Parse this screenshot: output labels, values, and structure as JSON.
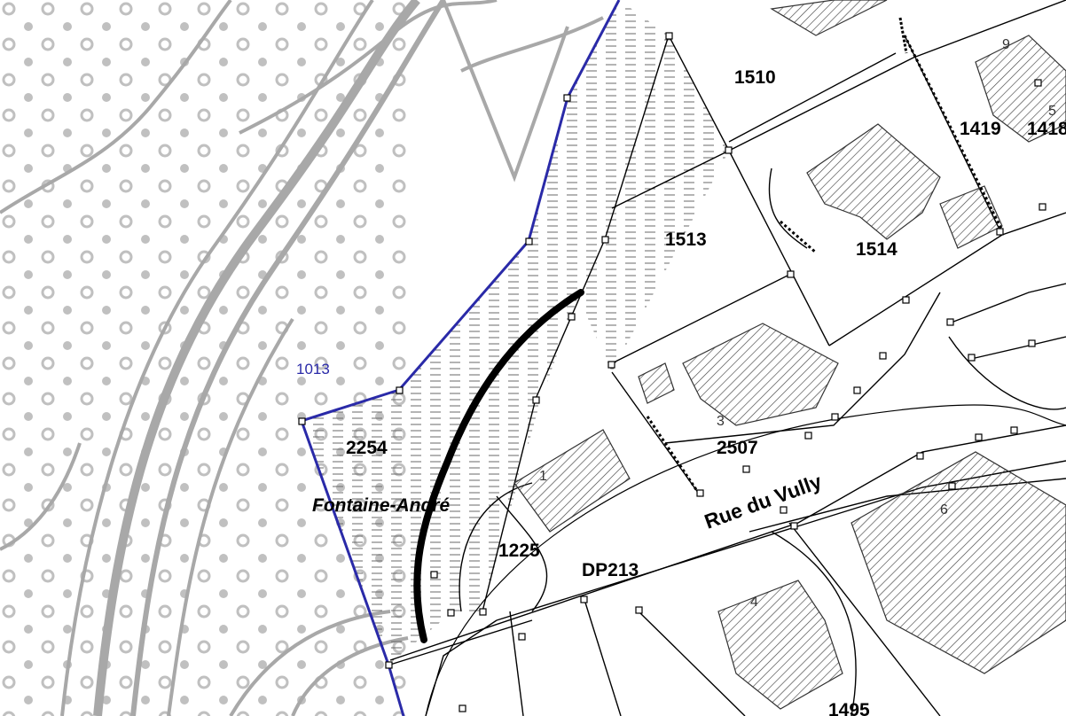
{
  "map": {
    "parcels": [
      {
        "id": "p1510",
        "label": "1510"
      },
      {
        "id": "p1419",
        "label": "1419"
      },
      {
        "id": "p1418",
        "label": "1418"
      },
      {
        "id": "p1513",
        "label": "1513"
      },
      {
        "id": "p1514",
        "label": "1514"
      },
      {
        "id": "p2254",
        "label": "2254"
      },
      {
        "id": "p2507",
        "label": "2507"
      },
      {
        "id": "p1225",
        "label": "1225"
      },
      {
        "id": "pDP213",
        "label": "DP213"
      },
      {
        "id": "p1495",
        "label": "1495"
      }
    ],
    "neighbor_parcel": {
      "label": "1013"
    },
    "street_name": "Rue du Vully",
    "place_name": "Fontaine-André",
    "building_numbers": [
      "9",
      "3",
      "1",
      "6",
      "4",
      "5"
    ],
    "colors": {
      "background": "#ffffff",
      "terrain": "#a8a8a8",
      "boundary_blue": "#2a2aa8",
      "highlight_line": "#000000",
      "hatch": "#555555"
    }
  }
}
